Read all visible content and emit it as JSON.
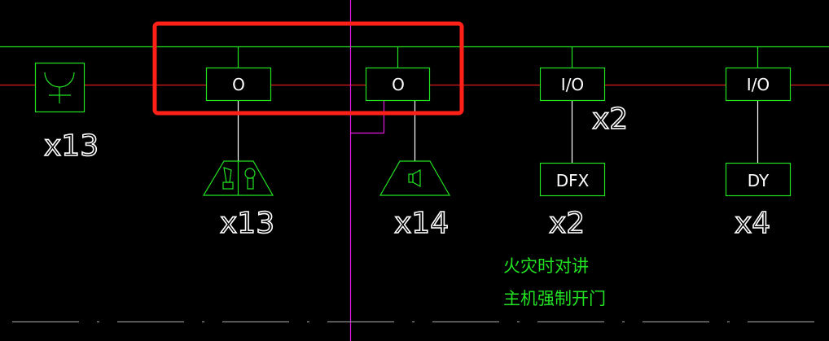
{
  "colors": {
    "background": "#000000",
    "bus_green": "#22e322",
    "bus_red": "#e01b1b",
    "magenta": "#e21ae2",
    "highlight": "#ff2117",
    "text_white": "#ffffff",
    "dash_gray": "#909090"
  },
  "devices": [
    {
      "id": "phone-jack",
      "icon": "telephone-jack-icon",
      "count_label": "x13"
    },
    {
      "id": "output-module-1",
      "box_label": "O",
      "child_icon": "handset-speaker-trapezoid-icon",
      "count_label": "x13"
    },
    {
      "id": "output-module-2",
      "box_label": "O",
      "child_icon": "speaker-trapezoid-icon",
      "count_label": "x14"
    },
    {
      "id": "io-module-1",
      "box_label": "I/O",
      "module_count": "x2",
      "child_box": "DFX",
      "count_label": "x2"
    },
    {
      "id": "io-module-2",
      "box_label": "I/O",
      "child_box": "DY",
      "count_label": "x4"
    }
  ],
  "notes": {
    "line1": "火灾时对讲",
    "line2": "主机强制开门"
  }
}
